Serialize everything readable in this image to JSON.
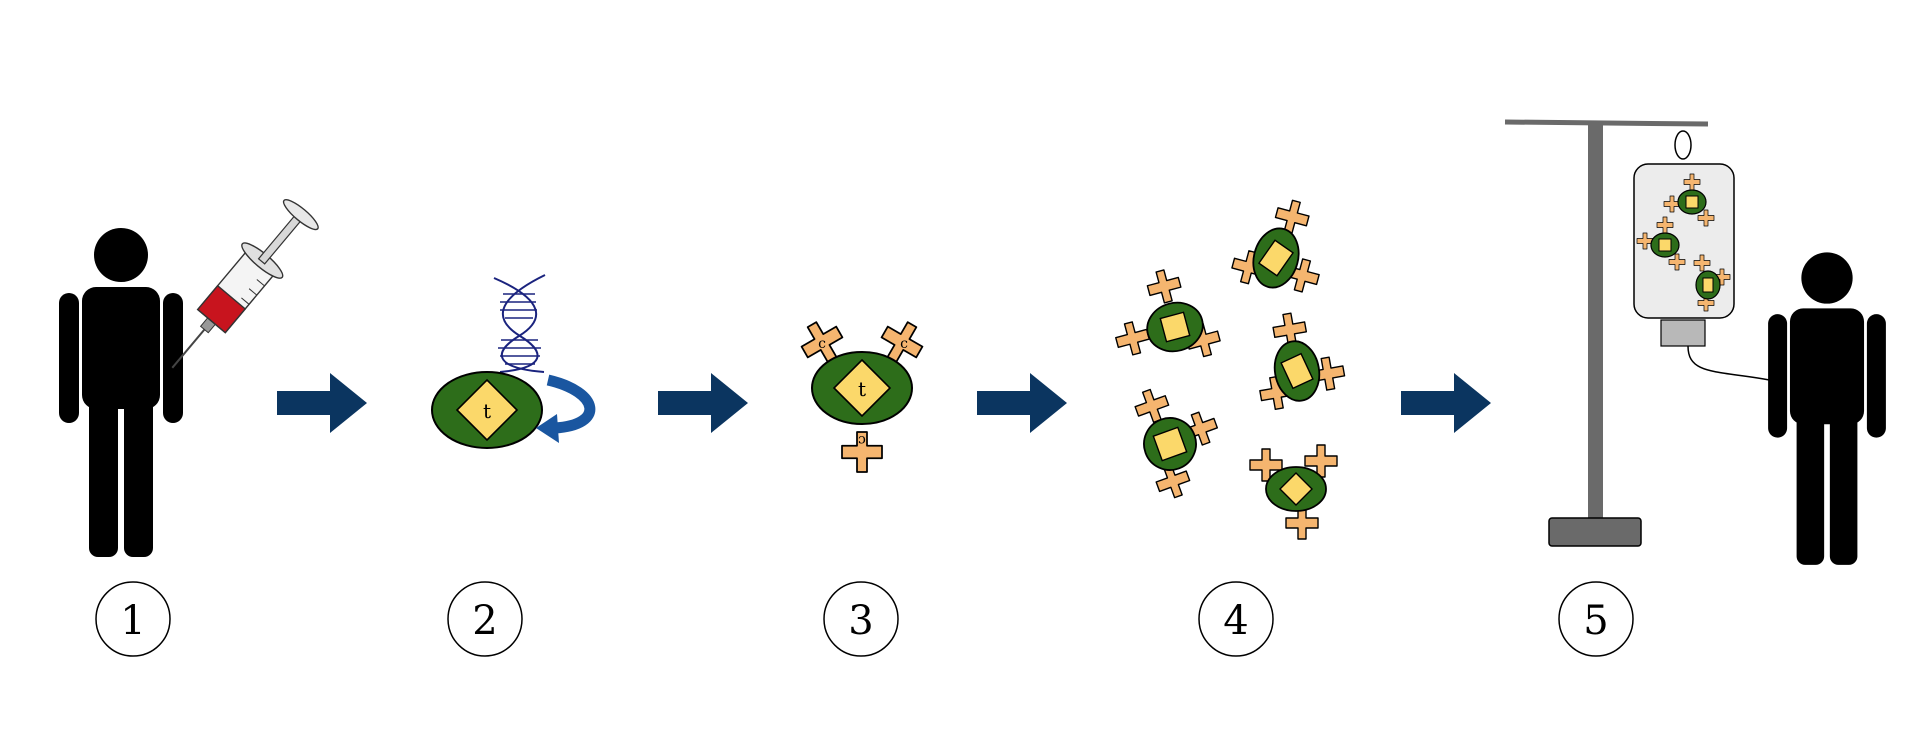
{
  "steps": [
    {
      "number": "1"
    },
    {
      "number": "2"
    },
    {
      "number": "3"
    },
    {
      "number": "4"
    },
    {
      "number": "5"
    }
  ],
  "cell_label": "t",
  "car_label": "c",
  "colors": {
    "person": "#000000",
    "arrow": "#0b3560",
    "cell_body": "#2d6d1a",
    "cell_core": "#fbd86a",
    "receptor": "#f5b56f",
    "dna": "#1a237e",
    "blood": "#c8141e",
    "iv_pole": "#6a6a6a",
    "bag": "#ececec"
  },
  "icons": [
    "person-icon",
    "syringe-icon",
    "arrow-right-icon",
    "dna-helix-icon",
    "t-cell-icon",
    "cycle-arrow-icon",
    "car-t-cell-icon",
    "iv-bag-icon",
    "iv-pole-icon"
  ]
}
